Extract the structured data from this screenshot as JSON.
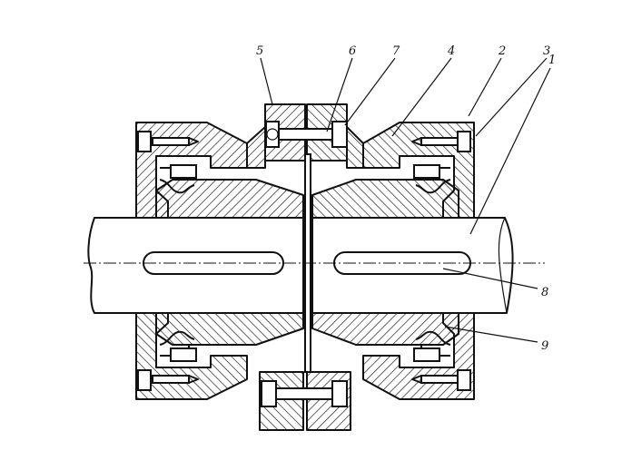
{
  "figure": {
    "callouts": [
      "1",
      "2",
      "3",
      "4",
      "5",
      "6",
      "7",
      "8",
      "9"
    ]
  },
  "colors": {
    "ink": "#111111",
    "paper": "#ffffff"
  }
}
